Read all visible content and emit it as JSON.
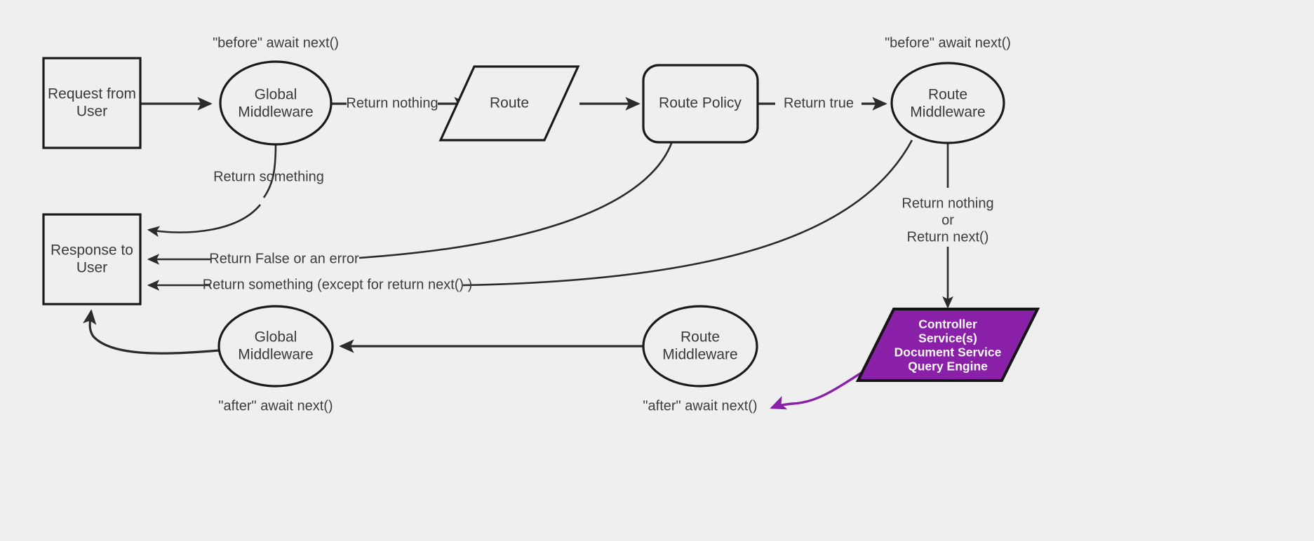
{
  "diagram": {
    "title": "Middleware request/response lifecycle flowchart",
    "background_color": "#efefef",
    "accent_color": "#8a1fa8",
    "line_color": "#2b2b2b",
    "text_color": "#3c3c3c"
  },
  "nodes": {
    "request_from_user": {
      "line1": "Request from",
      "line2": "User",
      "shape": "rectangle"
    },
    "global_middleware_top": {
      "line1": "Global",
      "line2": "Middleware",
      "shape": "ellipse"
    },
    "route": {
      "line1": "Route",
      "shape": "parallelogram"
    },
    "route_policy": {
      "line1": "Route Policy",
      "shape": "rounded-rectangle"
    },
    "route_middleware_top": {
      "line1": "Route",
      "line2": "Middleware",
      "shape": "ellipse"
    },
    "response_to_user": {
      "line1": "Response to",
      "line2": "User",
      "shape": "rectangle"
    },
    "global_middleware_bottom": {
      "line1": "Global",
      "line2": "Middleware",
      "shape": "ellipse"
    },
    "route_middleware_bottom": {
      "line1": "Route",
      "line2": "Middleware",
      "shape": "ellipse"
    },
    "controller": {
      "line1": "Controller",
      "line2": "Service(s)",
      "line3": "Document Service",
      "line4": "Query Engine",
      "shape": "parallelogram",
      "fill": "#8a1fa8",
      "text_color": "#ffffff"
    }
  },
  "edge_labels": {
    "return_nothing": "Return nothing",
    "return_true": "Return true",
    "return_something": "Return something",
    "return_false_or_error": "Return False or an error",
    "return_something_except_next": "Return something (except for return next() )",
    "return_nothing_or_next_l1": "Return nothing",
    "return_nothing_or_next_l2": "or",
    "return_nothing_or_next_l3": "Return next()"
  },
  "annotations": {
    "before_await_next_global": "\"before\" await next()",
    "before_await_next_route": "\"before\" await next()",
    "after_await_next_global": "\"after\" await next()",
    "after_await_next_route": "\"after\" await next()"
  }
}
